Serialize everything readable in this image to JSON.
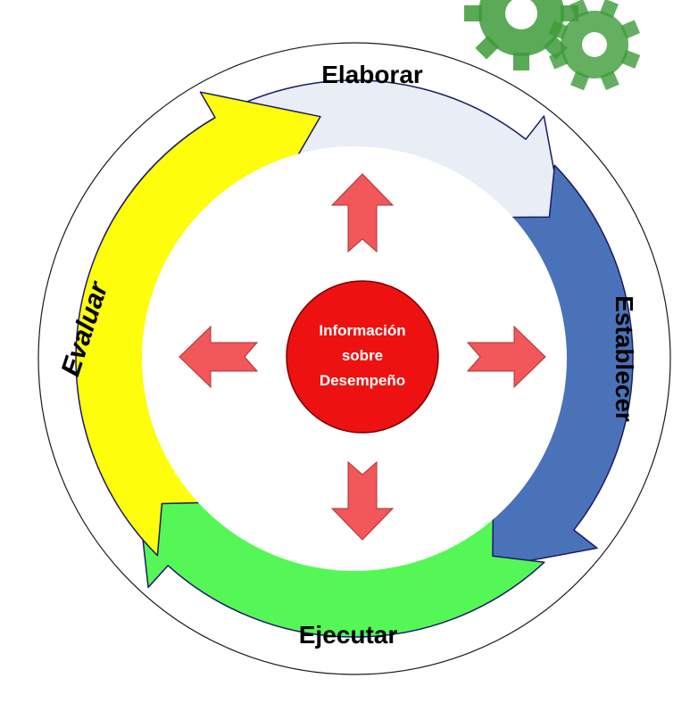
{
  "stages": {
    "elaborar": {
      "label": "Elaborar",
      "color": "#E8EDF6"
    },
    "establecer": {
      "label": "Establecer",
      "color": "#4A72B8"
    },
    "ejecutar": {
      "label": "Ejecutar",
      "color": "#55F757"
    },
    "evaluar": {
      "label": "Evaluar",
      "color": "#FDFD0C"
    }
  },
  "center": {
    "line1": "Información",
    "line2": "sobre",
    "line3": "Desempeño",
    "color": "#EE1111"
  },
  "spoke_color": "#F2575A",
  "decoration": {
    "icon": "gear-icon",
    "color": "#3E9B3A"
  }
}
